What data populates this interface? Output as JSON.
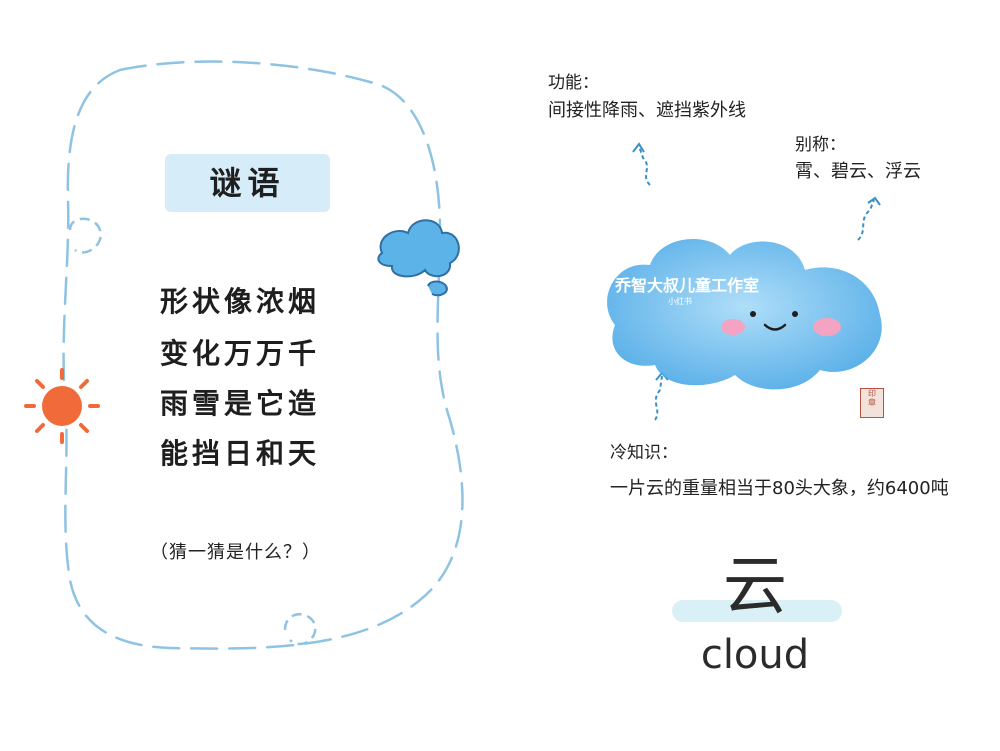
{
  "riddle": {
    "title": "谜语",
    "lines": [
      "形状像浓烟",
      "变化万万千",
      "雨雪是它造",
      "能挡日和天"
    ],
    "hint": "（猜一猜是什么？）"
  },
  "info": {
    "function_label": "功能：",
    "function_text": "间接性降雨、遮挡紫外线",
    "alias_label": "别称：",
    "alias_text": "霄、碧云、浮云",
    "fact_label": "冷知识：",
    "fact_text": "一片云的重量相当于80头大象，约6400吨"
  },
  "watermark": {
    "studio": "乔智大叔儿童工作室",
    "sub": "小红书"
  },
  "answer": {
    "chinese": "云",
    "english": "cloud"
  },
  "colors": {
    "dash_blue": "#8ec3e3",
    "cloud_blue": "#66b9ea",
    "sun_orange": "#f06a3a",
    "badge_bg": "#d6ecf8"
  },
  "icons": [
    "sun-icon",
    "small-cloud-icon",
    "smiling-cloud-icon",
    "seal-stamp-icon"
  ]
}
